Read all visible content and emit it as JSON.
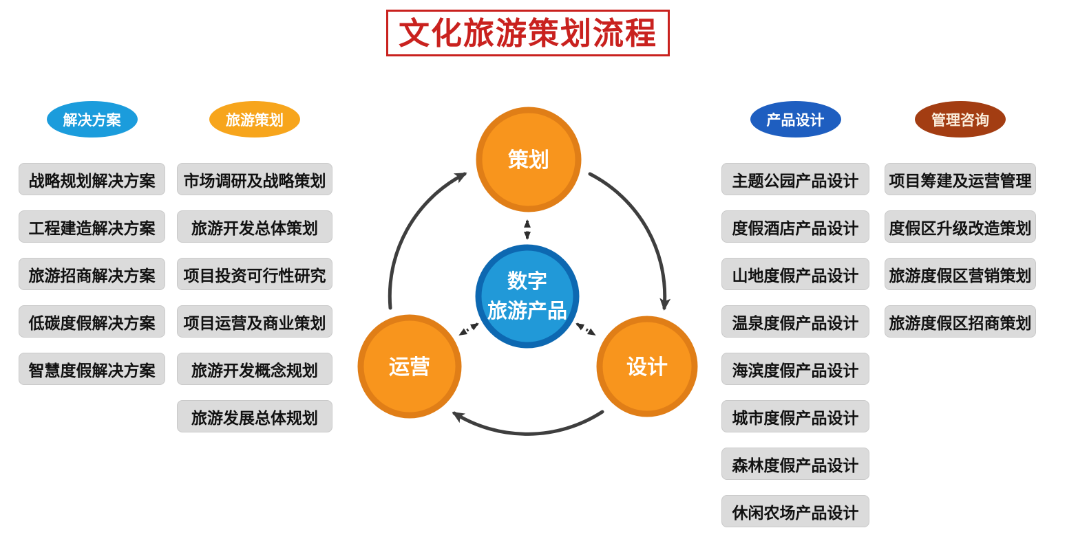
{
  "title": "文化旅游策划流程",
  "columns": [
    {
      "header": "解决方案",
      "items": [
        "战略规划解决方案",
        "工程建造解决方案",
        "旅游招商解决方案",
        "低碳度假解决方案",
        "智慧度假解决方案"
      ]
    },
    {
      "header": "旅游策划",
      "items": [
        "市场调研及战略策划",
        "旅游开发总体策划",
        "项目投资可行性研究",
        "项目运营及商业策划",
        "旅游开发概念规划",
        "旅游发展总体规划"
      ]
    },
    {
      "header": "产品设计",
      "items": [
        "主题公园产品设计",
        "度假酒店产品设计",
        "山地度假产品设计",
        "温泉度假产品设计",
        "海滨度假产品设计",
        "城市度假产品设计",
        "森林度假产品设计",
        "休闲农场产品设计"
      ]
    },
    {
      "header": "管理咨询",
      "items": [
        "项目筹建及运营管理",
        "度假区升级改造策划",
        "旅游度假区营销策划",
        "旅游度假区招商策划"
      ]
    }
  ],
  "cycle": {
    "top": "策划",
    "right": "设计",
    "left": "运营",
    "center_line1": "数字",
    "center_line2": "旅游产品"
  },
  "colors": {
    "title_red": "#c9211e",
    "ellipse_skyblue": "#1b9cdc",
    "ellipse_orange": "#f7a51c",
    "ellipse_royalblue": "#1e5ec0",
    "ellipse_brick": "#a33d12",
    "item_gray": "#dbdbdb",
    "circle_orange_fill": "#f8951d",
    "circle_orange_ring": "#e07e17",
    "circle_blue_fill": "#2199d8",
    "circle_blue_ring": "#0d68b1",
    "arrow_dark": "#3e3e3e"
  }
}
